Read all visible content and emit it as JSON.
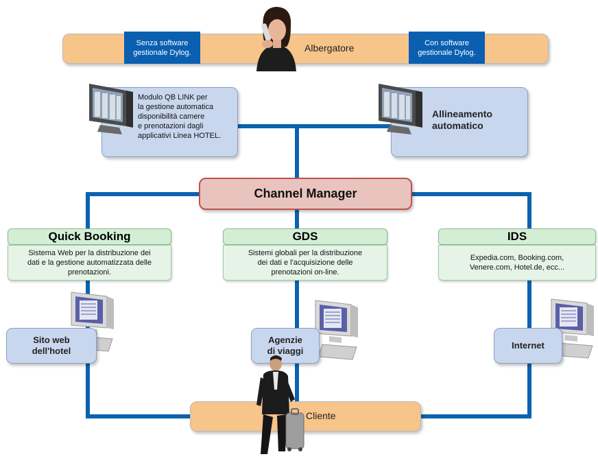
{
  "top": {
    "senza_label": "Senza software gestionale Dylog.",
    "con_label": "Con software gestionale Dylog.",
    "albergatore": "Albergatore"
  },
  "left_module": {
    "text_lines": [
      "Modulo QB LINK per",
      "la gestione automatica",
      "disponibilità camere",
      "e prenotazioni dagli",
      "applicativi Linea HOTEL."
    ]
  },
  "right_module": {
    "text_lines": [
      "Allineamento",
      "automatico"
    ]
  },
  "channel_manager": "Channel Manager",
  "columns": [
    {
      "title": "Quick Booking",
      "desc_lines": [
        "Sistema Web per la distribuzione dei",
        "dati e la gestione automatizzata delle",
        "prenotazioni."
      ],
      "endpoint_lines": [
        "Sito web",
        "dell'hotel"
      ]
    },
    {
      "title": "GDS",
      "desc_lines": [
        "Sistemi globali per la distribuzione",
        "dei dati e l'acquisizione delle",
        "prenotazioni on-line."
      ],
      "endpoint_lines": [
        "Agenzie",
        "di viaggi"
      ]
    },
    {
      "title": "IDS",
      "desc_lines": [
        "Expedia.com, Booking.com,",
        "Venere.com, Hotel.de, ecc..."
      ],
      "endpoint_lines": [
        "Internet"
      ]
    }
  ],
  "cliente": "Cliente",
  "colors": {
    "connector": "#0a63b0",
    "orange_bar": "#f7c48a",
    "blue_tag": "#0a5fb0",
    "light_blue_box": "#c8d7ee",
    "channel_manager_fill": "#e9c4be",
    "channel_manager_border": "#c0504d",
    "green_box": "#d4eed6"
  }
}
